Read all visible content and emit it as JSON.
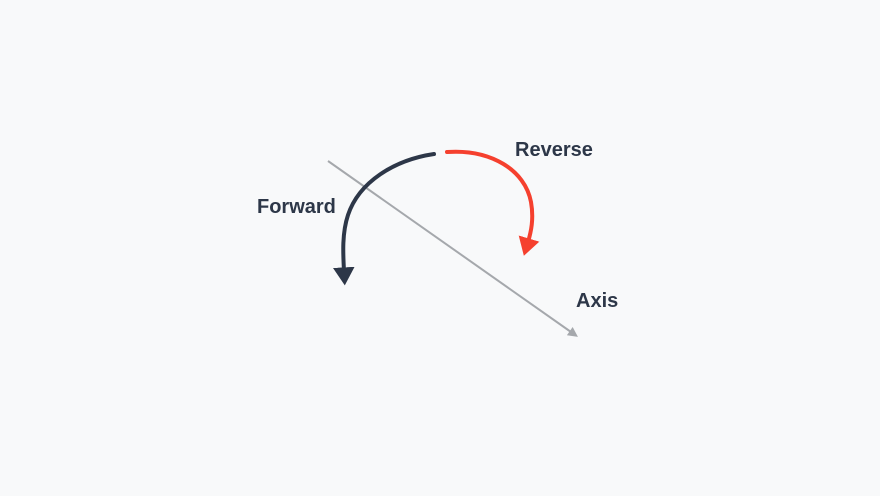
{
  "diagram": {
    "title": "rotation-direction-diagram",
    "labels": {
      "forward": "Forward",
      "reverse": "Reverse",
      "axis": "Axis"
    },
    "colors": {
      "forward_arrow": "#2d3748",
      "reverse_arrow": "#f5402e",
      "axis_line": "#a5a8ac",
      "label_text": "#2d3748",
      "background": "#f8f9fa"
    }
  }
}
